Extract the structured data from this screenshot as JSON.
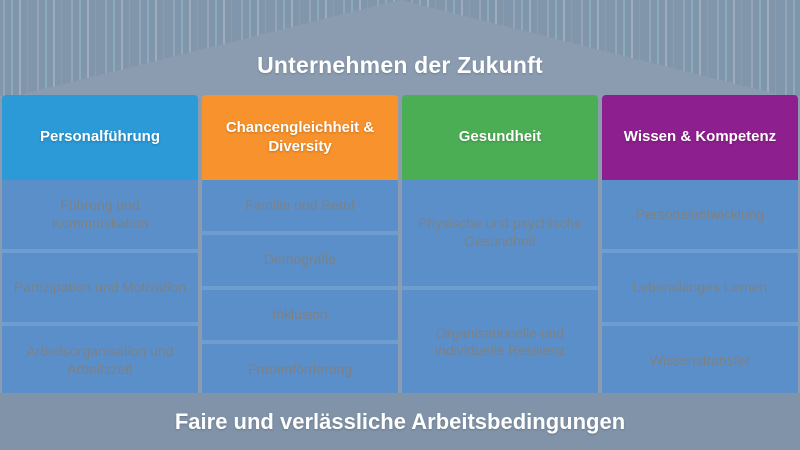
{
  "banner": {
    "title": "Unternehmen der Zukunft"
  },
  "footer": {
    "text": "Faire und verlässliche Arbeitsbedingungen"
  },
  "colors": {
    "backdrop": "#8296ab",
    "roof": "#8b9cb0",
    "cell_background": "#5b8fc9",
    "cell_text": "#7d8184",
    "footer_background": "#8093a8",
    "pillar_1": "#2b9ad6",
    "pillar_2": "#f7922c",
    "pillar_3": "#4cae54",
    "pillar_4": "#8e1f8e"
  },
  "pillars": [
    {
      "id": "personalfuehrung",
      "header": "Personalführung",
      "header_color": "#2b9ad6",
      "items": [
        "Führung und Kommunikation",
        "Partizipation und Motivation",
        "Arbeitsorganisation und Arbeitszeit"
      ]
    },
    {
      "id": "chancengleichheit-diversity",
      "header": "Chancengleichheit & Diversity",
      "header_color": "#f7922c",
      "items": [
        "Familie und Beruf",
        "Demografie",
        "Inklusion",
        "Frauenförderung"
      ]
    },
    {
      "id": "gesundheit",
      "header": "Gesundheit",
      "header_color": "#4cae54",
      "items": [
        "Physische und psychische Gesundheit",
        "Organisationelle und individuelle Resilienz"
      ]
    },
    {
      "id": "wissen-kompetenz",
      "header": "Wissen & Kompetenz",
      "header_color": "#8e1f8e",
      "items": [
        "Personalentwicklung",
        "Lebenslanges Lernen",
        "Wissenstransfer"
      ]
    }
  ]
}
